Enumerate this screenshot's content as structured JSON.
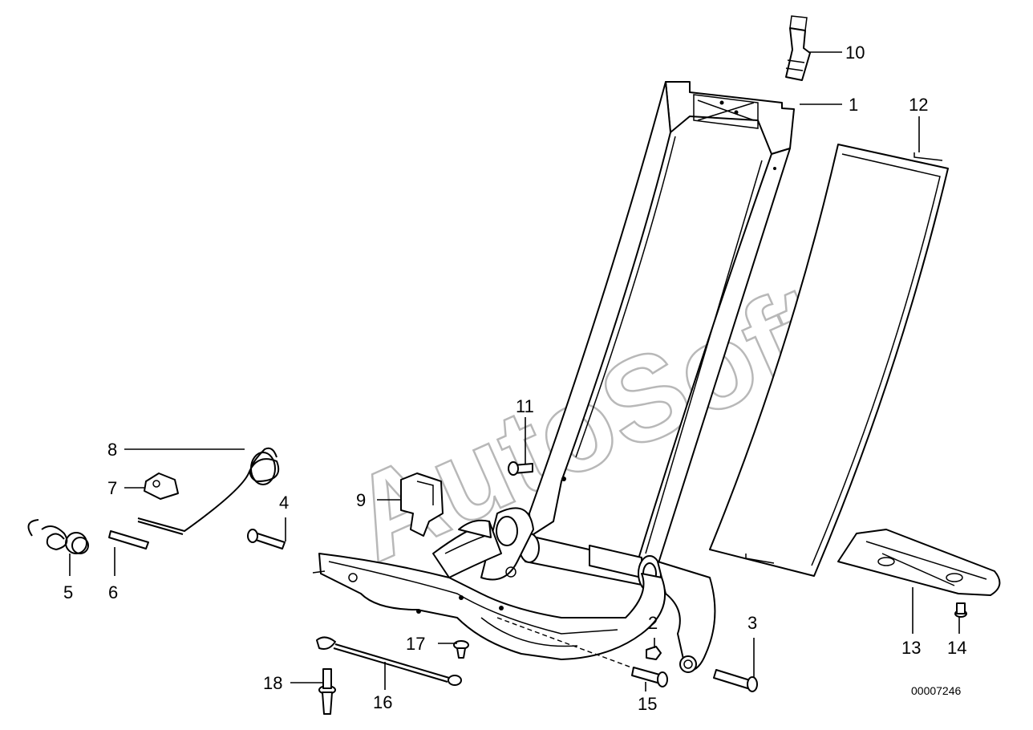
{
  "diagram": {
    "watermark": "AutoSoft",
    "drawing_code": "00007246",
    "callouts": [
      {
        "id": "label-1",
        "text": "1"
      },
      {
        "id": "label-2",
        "text": "2"
      },
      {
        "id": "label-3",
        "text": "3"
      },
      {
        "id": "label-4",
        "text": "4"
      },
      {
        "id": "label-5",
        "text": "5"
      },
      {
        "id": "label-6",
        "text": "6"
      },
      {
        "id": "label-7",
        "text": "7"
      },
      {
        "id": "label-8",
        "text": "8"
      },
      {
        "id": "label-9",
        "text": "9"
      },
      {
        "id": "label-10",
        "text": "10"
      },
      {
        "id": "label-11",
        "text": "11"
      },
      {
        "id": "label-12",
        "text": "12"
      },
      {
        "id": "label-13",
        "text": "13"
      },
      {
        "id": "label-14",
        "text": "14"
      },
      {
        "id": "label-15",
        "text": "15"
      },
      {
        "id": "label-16",
        "text": "16"
      },
      {
        "id": "label-17",
        "text": "17"
      },
      {
        "id": "label-18",
        "text": "18"
      }
    ]
  }
}
